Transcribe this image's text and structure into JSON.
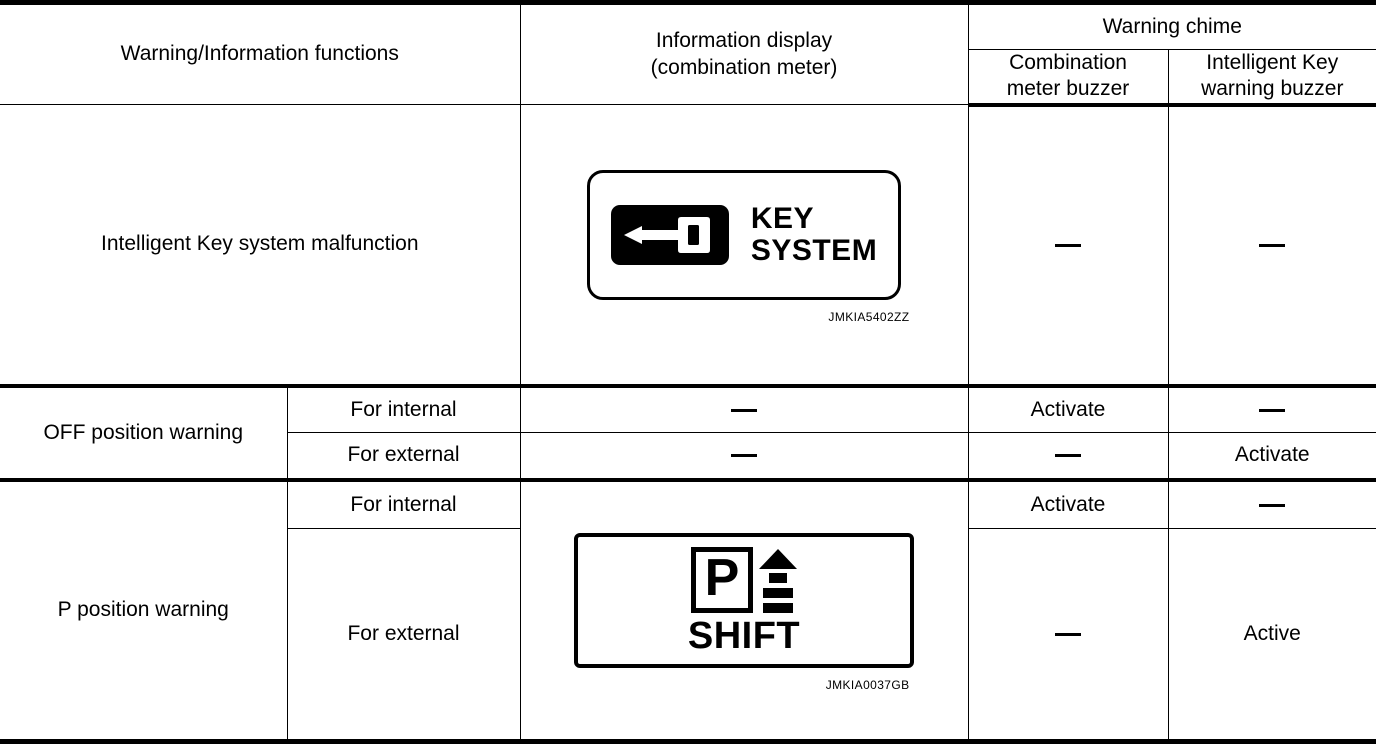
{
  "table": {
    "header": {
      "functions": "Warning/Information functions",
      "information_display_line1": "Information display",
      "information_display_line2": "(combination meter)",
      "warning_chime": "Warning chime",
      "combination_buzzer_line1": "Combination",
      "combination_buzzer_line2": "meter buzzer",
      "intelligent_key_buzzer_line1": "Intelligent Key",
      "intelligent_key_buzzer_line2": "warning buzzer"
    },
    "rows": [
      {
        "function": "Intelligent Key system malfunction",
        "subtype": "",
        "display": "figure-key-system",
        "combination_meter_buzzer": "—",
        "intelligent_key_warning_buzzer": "—"
      },
      {
        "function": "OFF position warning",
        "subtype": "For internal",
        "display": "—",
        "combination_meter_buzzer": "Activate",
        "intelligent_key_warning_buzzer": "—"
      },
      {
        "function": "OFF position warning",
        "subtype": "For external",
        "display": "—",
        "combination_meter_buzzer": "—",
        "intelligent_key_warning_buzzer": "Activate"
      },
      {
        "function": "P position warning",
        "subtype": "For internal",
        "display": "figure-p-shift",
        "combination_meter_buzzer": "Activate",
        "intelligent_key_warning_buzzer": "—"
      },
      {
        "function": "P position warning",
        "subtype": "For external",
        "display": "figure-p-shift",
        "combination_meter_buzzer": "—",
        "intelligent_key_warning_buzzer": "Active"
      }
    ],
    "figures": {
      "key_system": {
        "text_line1": "KEY",
        "text_line2": "SYSTEM",
        "icon": "key-icon",
        "caption": "JMKIA5402ZZ"
      },
      "p_shift": {
        "letter": "P",
        "word": "SHIFT",
        "icon": "shift-up-arrow-icon",
        "caption": "JMKIA0037GB"
      }
    }
  },
  "colors": {
    "ink": "#000000",
    "paper": "#ffffff"
  }
}
